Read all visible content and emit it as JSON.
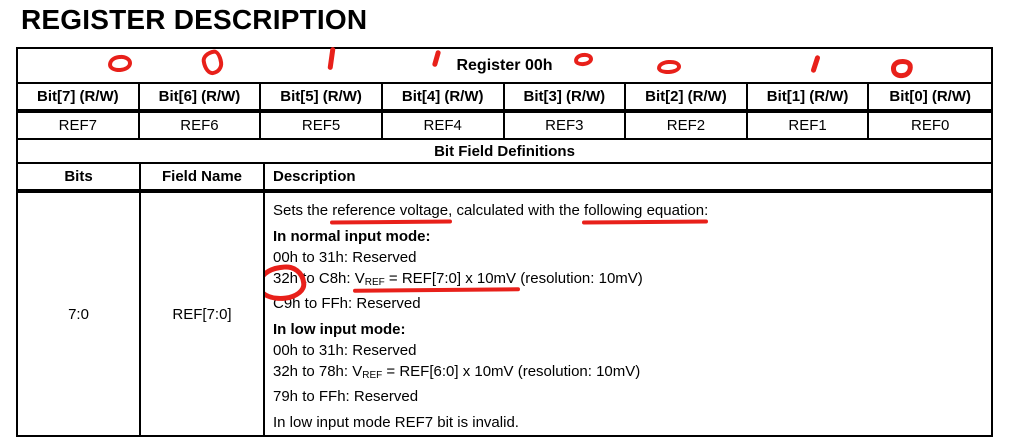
{
  "page": {
    "title": "REGISTER DESCRIPTION"
  },
  "register_map": {
    "title": "Register 00h",
    "bit_headers": [
      "Bit[7] (R/W)",
      "Bit[6] (R/W)",
      "Bit[5] (R/W)",
      "Bit[4] (R/W)",
      "Bit[3] (R/W)",
      "Bit[2] (R/W)",
      "Bit[1] (R/W)",
      "Bit[0] (R/W)"
    ],
    "bit_names": [
      "REF7",
      "REF6",
      "REF5",
      "REF4",
      "REF3",
      "REF2",
      "REF1",
      "REF0"
    ]
  },
  "definitions": {
    "caption": "Bit Field Definitions",
    "headers": {
      "bits": "Bits",
      "field_name": "Field Name",
      "description": "Description"
    },
    "row": {
      "bits": "7:0",
      "field_name": "REF[7:0]",
      "intro": {
        "pre": "Sets the ",
        "u1": "reference voltage",
        "mid": ", calculated with the ",
        "u2": "following equation",
        "post": ":"
      },
      "normal": {
        "heading": "In normal input mode:",
        "line1": "00h to 31h: Reserved",
        "eq": {
          "circled": "32h",
          "pre": " to C8h: ",
          "v": "V",
          "sub": "REF",
          "rest": " = REF[7:0] x 10mV",
          "post": " (resolution: 10mV)"
        },
        "line3": "C9h to FFh: Reserved"
      },
      "low": {
        "heading": "In low input mode:",
        "line1": "00h to 31h: Reserved",
        "eq": {
          "pre": "32h to 78h: ",
          "v": "V",
          "sub": "REF",
          "rest": " = REF[6:0] x 10mV (resolution: 10mV)"
        },
        "line3": "79h to FFh: Reserved"
      },
      "note": "In low input mode REF7 bit is invalid."
    }
  },
  "annotations": {
    "ink_color": "#e8201a",
    "handwritten_bits": [
      "0",
      "0",
      "1",
      "1",
      "0",
      "0",
      "1",
      "0"
    ],
    "emphasis": {
      "underlined": [
        "reference voltage",
        "following equation",
        "VREF = REF[7:0] x 10mV"
      ],
      "circled": [
        "32h"
      ]
    }
  }
}
